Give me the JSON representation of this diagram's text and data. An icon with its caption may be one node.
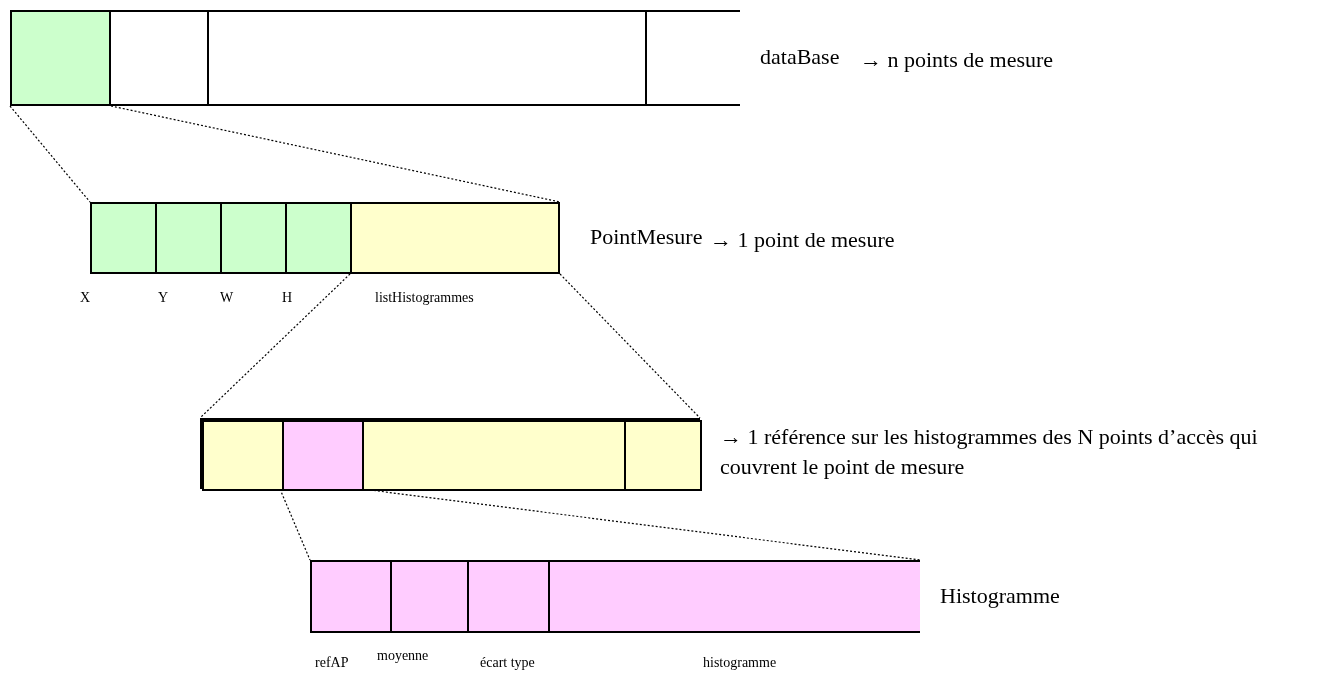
{
  "diagram": {
    "nodes": [
      {
        "text": [
          "dataBase"
        ],
        "beside": [
          "→ n points de mesure"
        ]
      },
      {
        "text": [],
        "shape": "box",
        "in": 0
      },
      {
        "text": [],
        "shape": "box",
        "in": 0
      },
      {
        "text": [],
        "shape": "box",
        "in": 0
      },
      {
        "text": [],
        "shape": "box",
        "in": 0
      },
      {
        "text": [
          "PointMesure"
        ],
        "beside": [
          "→ 1 point de  mesure"
        ]
      },
      {
        "text": [],
        "shape": "box",
        "in": 5
      },
      {
        "text": [],
        "shape": "box",
        "in": 5
      },
      {
        "text": [],
        "shape": "box",
        "in": 5
      },
      {
        "text": [],
        "shape": "box",
        "in": 5
      },
      {
        "text": [],
        "shape": "box",
        "in": 5
      },
      {
        "text": [],
        "shape": "bar",
        "beside": [
          "→ 1 référence sur les histogrammes des N points d’accès qui couvrent le point de mesure"
        ]
      },
      {
        "text": [],
        "shape": "box",
        "in": 11
      },
      {
        "text": [],
        "shape": "box",
        "in": 11
      },
      {
        "text": [],
        "shape": "box",
        "in": 11
      },
      {
        "text": [],
        "shape": "box",
        "in": 11
      },
      {
        "text": [
          "Histogramme"
        ]
      },
      {
        "text": [],
        "shape": "box",
        "in": 16
      },
      {
        "text": [],
        "shape": "box",
        "in": 16
      },
      {
        "text": [],
        "shape": "box",
        "in": 16
      },
      {
        "text": [],
        "shape": "box",
        "in": 16
      }
    ],
    "edges": [
      {
        "from": 1,
        "to": 5,
        "arrow": "none"
      },
      {
        "from": 1,
        "to": 5,
        "arrow": "none"
      },
      {
        "from": 10,
        "to": 11,
        "arrow": "none"
      },
      {
        "from": 10,
        "to": 11,
        "arrow": "none"
      },
      {
        "from": 13,
        "to": 16,
        "arrow": "none"
      },
      {
        "from": 13,
        "to": 16,
        "arrow": "none"
      }
    ],
    "labels": [
      "X",
      "Y",
      "W",
      "H",
      "listHistogrammes",
      "refAP",
      "moyenne",
      "écart type",
      "histogramme"
    ]
  }
}
